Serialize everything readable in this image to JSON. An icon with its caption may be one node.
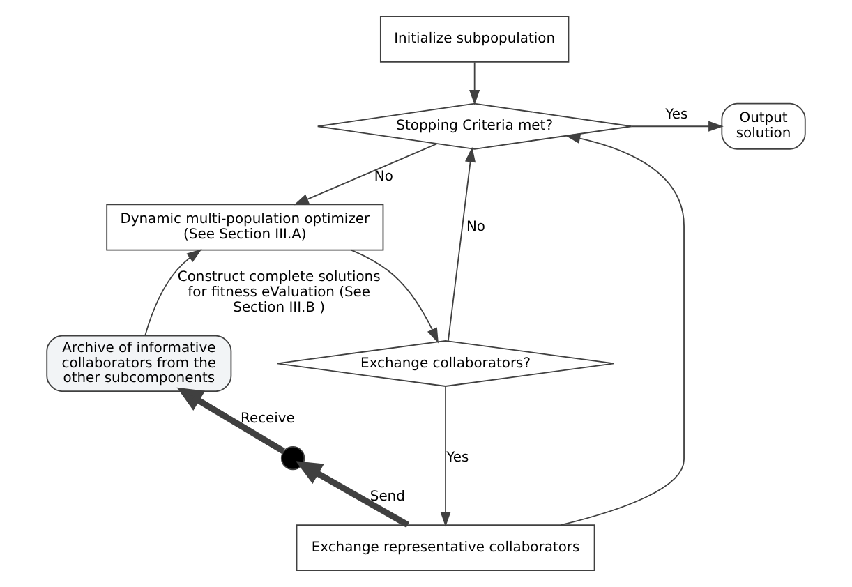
{
  "diagram": {
    "nodes": [
      {
        "text": [
          "Initialize subpopulation"
        ]
      },
      {
        "text": [
          "Stopping Criteria met?"
        ]
      },
      {
        "text": [
          "Output solution"
        ]
      },
      {
        "text": [
          "Dynamic multi-population optimizer (See Section III.A)"
        ]
      },
      {
        "text": [
          "Exchange collaborators?"
        ]
      },
      {
        "text": [
          "Exchange representative collaborators"
        ]
      },
      {
        "text": [],
        "shape": "circle"
      },
      {
        "text": [
          "Archive of informative collaborators from the other subcomponents"
        ]
      }
    ],
    "edges": [
      {
        "from": 0,
        "to": 1,
        "arrow": "to"
      },
      {
        "from": 1,
        "to": 2,
        "arrow": "to",
        "label": "Yes"
      },
      {
        "from": 1,
        "to": 3,
        "arrow": "to",
        "label": "No"
      },
      {
        "from": 3,
        "to": 4,
        "arrow": "to"
      },
      {
        "from": 4,
        "to": 5,
        "arrow": "to",
        "label": "Yes"
      },
      {
        "from": 4,
        "to": 1,
        "arrow": "to",
        "label": "No"
      },
      {
        "from": 5,
        "to": 1,
        "arrow": "to"
      },
      {
        "from": 5,
        "to": 6,
        "arrow": "to",
        "label": "Send",
        "style": "thick"
      },
      {
        "from": 6,
        "to": 7,
        "arrow": "to",
        "label": "Receive",
        "style": "thick"
      },
      {
        "from": 7,
        "to": 3,
        "arrow": "to",
        "label": "Construct complete solutions for fitness eValuation (See Section III.B )"
      }
    ]
  }
}
